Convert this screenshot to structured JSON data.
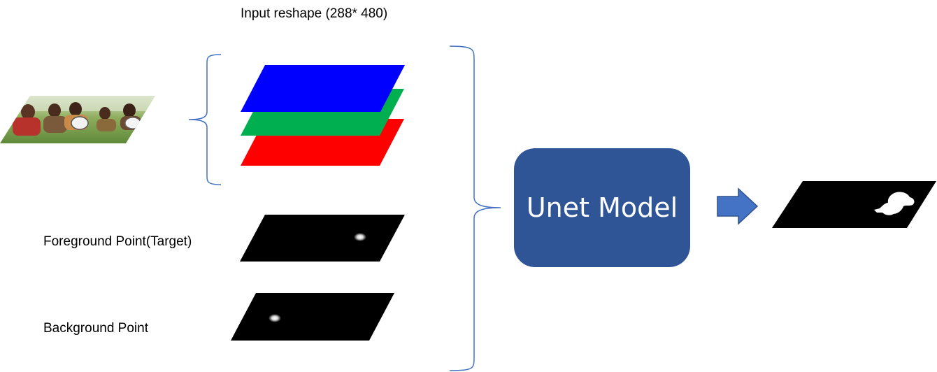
{
  "input_title": "Input reshape (288* 480)",
  "foreground_label": "Foreground Point(Target)",
  "background_label": "Background Point",
  "model": {
    "label": "Unet Model"
  },
  "colors": {
    "red_channel": "#ff0000",
    "green_channel": "#00b050",
    "blue_channel": "#0000ff",
    "map_background": "#000000",
    "point_glow": "#ffffff",
    "bracket": "#4472c4",
    "model_fill": "#2f5597",
    "arrow_fill": "#4472c4",
    "arrow_stroke": "#2f528f"
  }
}
